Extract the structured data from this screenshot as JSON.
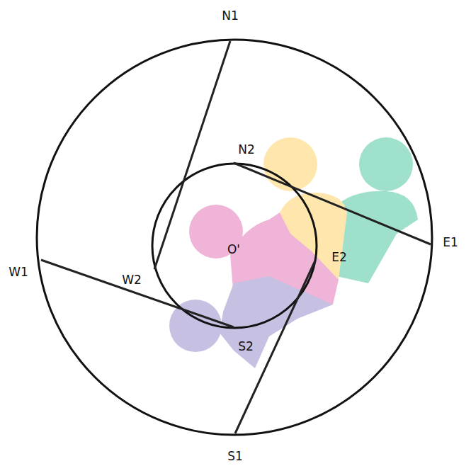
{
  "diagram": {
    "labels": [
      "N1",
      "N2",
      "E1",
      "E2",
      "S1",
      "S2",
      "W1",
      "W2",
      "O'"
    ]
  }
}
